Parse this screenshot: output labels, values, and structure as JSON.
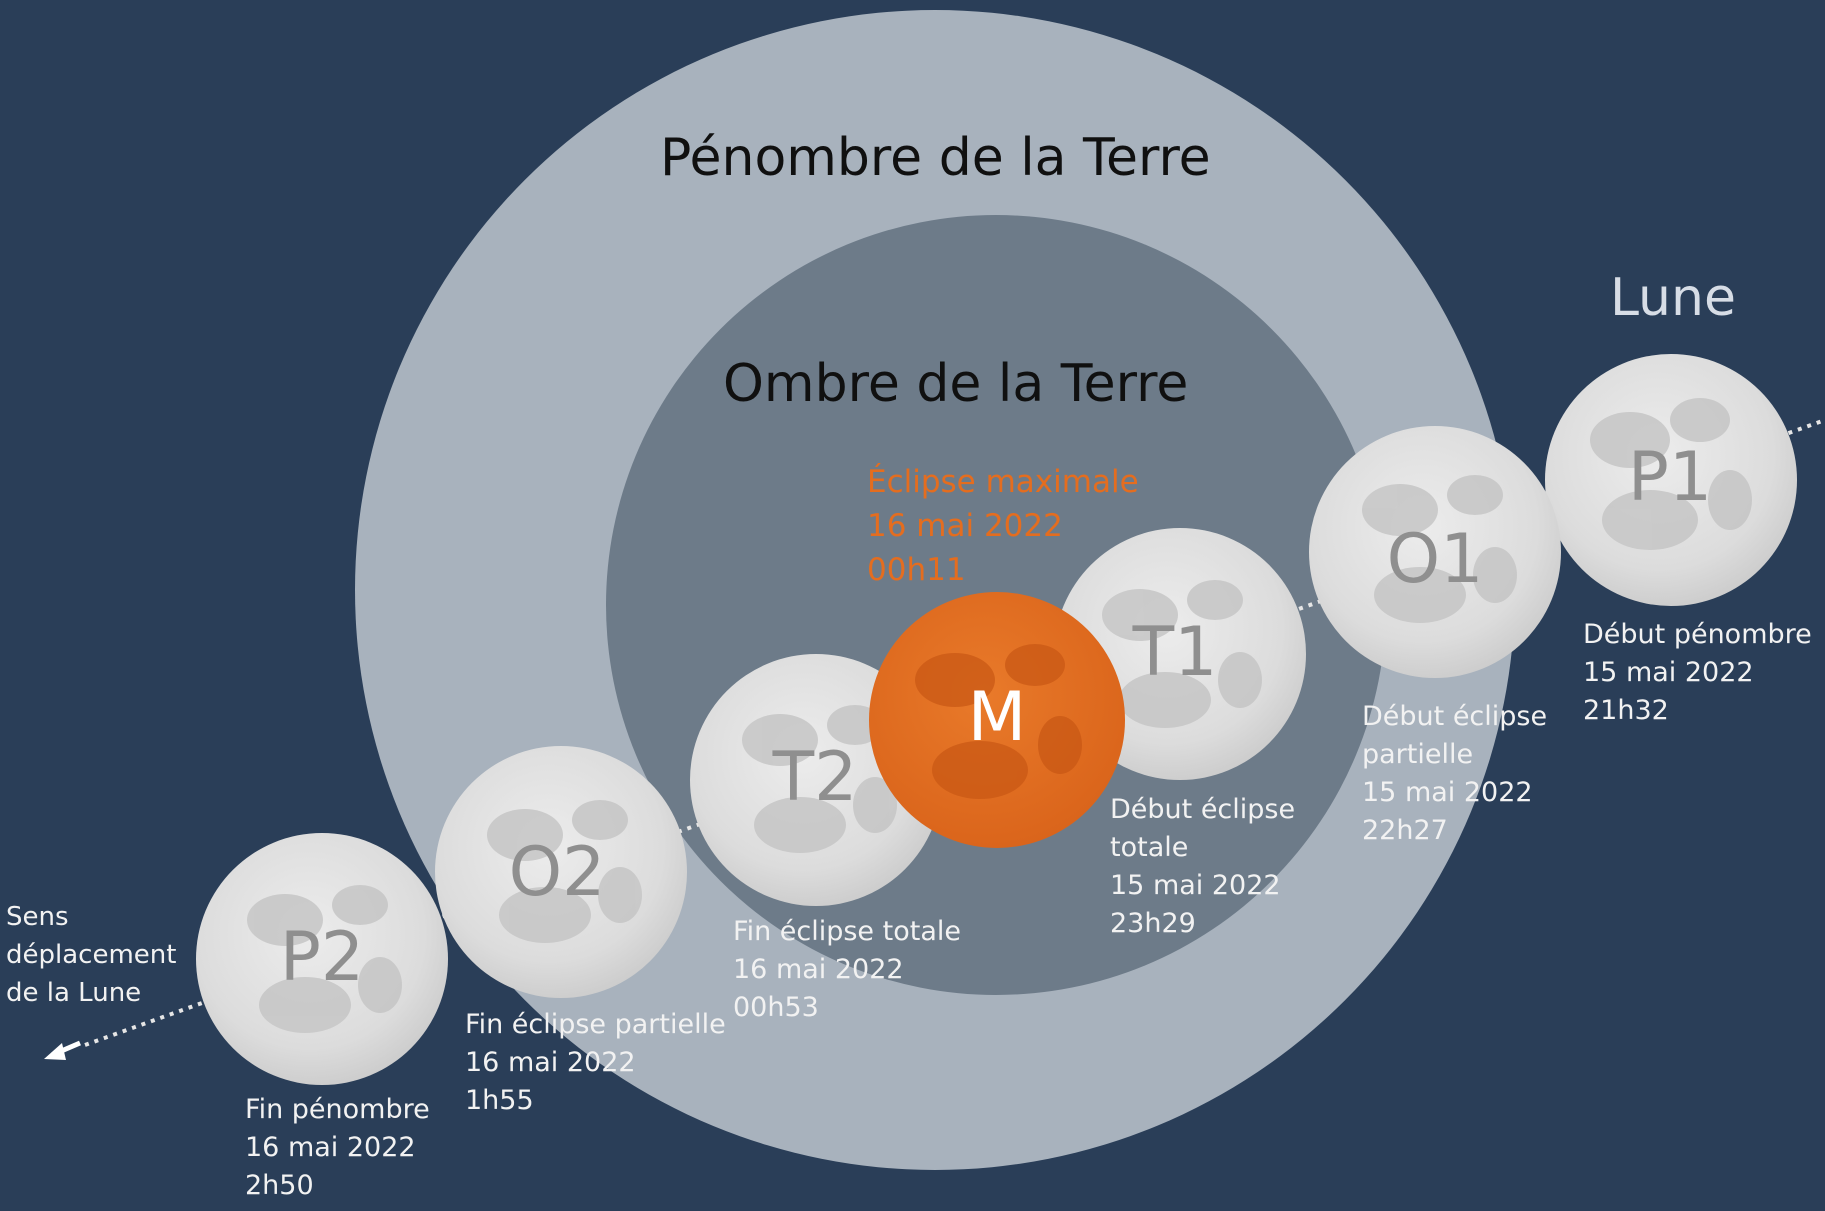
{
  "penumbra_title": "Pénombre de la Terre",
  "umbra_title": "Ombre de la Terre",
  "moon_label": "Lune",
  "direction_label": [
    "Sens",
    "déplacement",
    "de la Lune"
  ],
  "colors": {
    "background": "#2a3e58",
    "penumbra": "#a8b2bd",
    "umbra": "#6d7b89",
    "eclipsed_moon": "#e46d1f",
    "moon": "#e2e2e2",
    "caption_text": "#f2f2f2",
    "max_text": "#e46d1f"
  },
  "moons": [
    {
      "id": "P1",
      "label": "P1",
      "eclipsed": false
    },
    {
      "id": "O1",
      "label": "O1",
      "eclipsed": false
    },
    {
      "id": "T1",
      "label": "T1",
      "eclipsed": false
    },
    {
      "id": "M",
      "label": "M",
      "eclipsed": true
    },
    {
      "id": "T2",
      "label": "T2",
      "eclipsed": false
    },
    {
      "id": "O2",
      "label": "O2",
      "eclipsed": false
    },
    {
      "id": "P2",
      "label": "P2",
      "eclipsed": false
    }
  ],
  "events": {
    "p1": [
      "Début pénombre",
      "15 mai 2022",
      "21h32"
    ],
    "o1": [
      "Début éclipse",
      "partielle",
      "15 mai 2022",
      "22h27"
    ],
    "t1": [
      "Début éclipse",
      "totale",
      "15 mai 2022",
      "23h29"
    ],
    "max": [
      "Éclipse maximale",
      "16 mai 2022",
      "00h11"
    ],
    "t2": [
      "Fin éclipse totale",
      "16 mai 2022",
      "00h53"
    ],
    "o2": [
      "Fin éclipse partielle",
      "16 mai 2022",
      "1h55"
    ],
    "p2": [
      "Fin pénombre",
      "16 mai 2022",
      "2h50"
    ]
  }
}
